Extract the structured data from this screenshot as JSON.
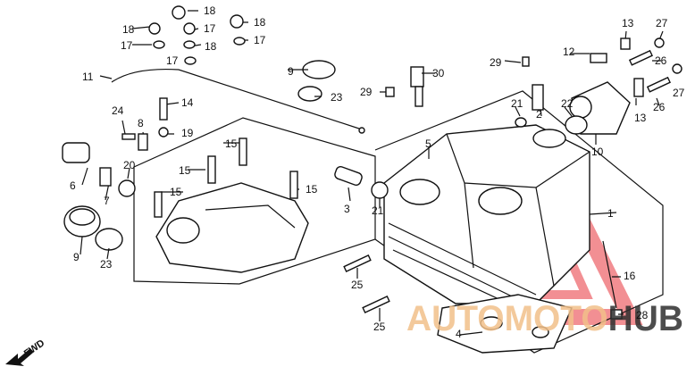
{
  "diagram": {
    "labels": [
      {
        "id": "l18a",
        "text": "18"
      },
      {
        "id": "l18b",
        "text": "18"
      },
      {
        "id": "l18c",
        "text": "18"
      },
      {
        "id": "l18d",
        "text": "18"
      },
      {
        "id": "l17a",
        "text": "17"
      },
      {
        "id": "l17b",
        "text": "17"
      },
      {
        "id": "l17c",
        "text": "17"
      },
      {
        "id": "l17d",
        "text": "17"
      },
      {
        "id": "l11",
        "text": "11"
      },
      {
        "id": "l9a",
        "text": "9"
      },
      {
        "id": "l23a",
        "text": "23"
      },
      {
        "id": "l30",
        "text": "30"
      },
      {
        "id": "l29a",
        "text": "29"
      },
      {
        "id": "l29b",
        "text": "29"
      },
      {
        "id": "l14",
        "text": "14"
      },
      {
        "id": "l24",
        "text": "24"
      },
      {
        "id": "l8",
        "text": "8"
      },
      {
        "id": "l19",
        "text": "19"
      },
      {
        "id": "l6",
        "text": "6"
      },
      {
        "id": "l20",
        "text": "20"
      },
      {
        "id": "l7",
        "text": "7"
      },
      {
        "id": "l15a",
        "text": "15"
      },
      {
        "id": "l15b",
        "text": "15"
      },
      {
        "id": "l15c",
        "text": "15"
      },
      {
        "id": "l15d",
        "text": "15"
      },
      {
        "id": "l5",
        "text": "5"
      },
      {
        "id": "l21a",
        "text": "21"
      },
      {
        "id": "l2",
        "text": "2"
      },
      {
        "id": "l22",
        "text": "22"
      },
      {
        "id": "l10",
        "text": "10"
      },
      {
        "id": "l12",
        "text": "12"
      },
      {
        "id": "l13a",
        "text": "13"
      },
      {
        "id": "l13b",
        "text": "13"
      },
      {
        "id": "l27a",
        "text": "27"
      },
      {
        "id": "l27b",
        "text": "27"
      },
      {
        "id": "l26a",
        "text": "26"
      },
      {
        "id": "l26b",
        "text": "26"
      },
      {
        "id": "l1",
        "text": "1"
      },
      {
        "id": "l3",
        "text": "3"
      },
      {
        "id": "l21b",
        "text": "21"
      },
      {
        "id": "l9b",
        "text": "9"
      },
      {
        "id": "l23b",
        "text": "23"
      },
      {
        "id": "l25a",
        "text": "25"
      },
      {
        "id": "l25b",
        "text": "25"
      },
      {
        "id": "l16",
        "text": "16"
      },
      {
        "id": "l28",
        "text": "28"
      },
      {
        "id": "l4",
        "text": "4"
      }
    ],
    "fwd": "FWD",
    "watermark": "AUTOMOTOHUB",
    "watermark_colors": {
      "auto": "#f2c08a",
      "moto": "#f2c08a",
      "hub": "#2f2f2f",
      "triangle": "#e8343c"
    }
  }
}
